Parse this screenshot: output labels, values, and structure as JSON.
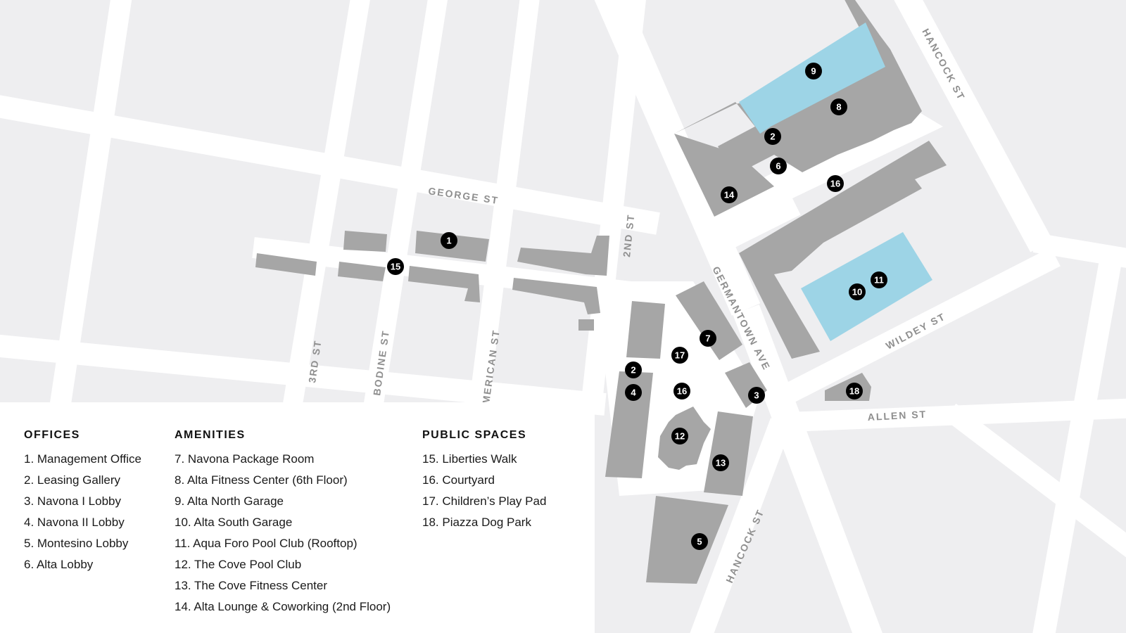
{
  "streets": [
    {
      "id": "george",
      "label": "GEORGE ST"
    },
    {
      "id": "second",
      "label": "2ND ST"
    },
    {
      "id": "third",
      "label": "3RD ST"
    },
    {
      "id": "bodine",
      "label": "BODINE ST"
    },
    {
      "id": "american",
      "label": "MERICAN ST"
    },
    {
      "id": "germantown",
      "label": "GERMANTOWN AVE"
    },
    {
      "id": "hancock-north",
      "label": "HANCOCK ST"
    },
    {
      "id": "hancock-south",
      "label": "HANCOCK ST"
    },
    {
      "id": "wildey",
      "label": "WILDEY ST"
    },
    {
      "id": "allen",
      "label": "ALLEN ST"
    }
  ],
  "markers": [
    {
      "id": "m1",
      "label": "1"
    },
    {
      "id": "m2a",
      "label": "2"
    },
    {
      "id": "m2b",
      "label": "2"
    },
    {
      "id": "m3",
      "label": "3"
    },
    {
      "id": "m4",
      "label": "4"
    },
    {
      "id": "m5",
      "label": "5"
    },
    {
      "id": "m6",
      "label": "6"
    },
    {
      "id": "m7",
      "label": "7"
    },
    {
      "id": "m8",
      "label": "8"
    },
    {
      "id": "m9",
      "label": "9"
    },
    {
      "id": "m10",
      "label": "10"
    },
    {
      "id": "m11",
      "label": "11"
    },
    {
      "id": "m12",
      "label": "12"
    },
    {
      "id": "m13",
      "label": "13"
    },
    {
      "id": "m14",
      "label": "14"
    },
    {
      "id": "m15",
      "label": "15"
    },
    {
      "id": "m16a",
      "label": "16"
    },
    {
      "id": "m16b",
      "label": "16"
    },
    {
      "id": "m17",
      "label": "17"
    },
    {
      "id": "m18",
      "label": "18"
    }
  ],
  "legend": {
    "offices": {
      "title": "OFFICES",
      "items": [
        "1. Management Office",
        "2. Leasing Gallery",
        "3. Navona I Lobby",
        "4. Navona II Lobby",
        "5. Montesino Lobby",
        "6. Alta Lobby"
      ]
    },
    "amenities": {
      "title": "AMENITIES",
      "items": [
        "7. Navona Package Room",
        "8. Alta Fitness Center (6th Floor)",
        "9. Alta North Garage",
        "10. Alta South Garage",
        "11. Aqua Foro Pool Club (Rooftop)",
        "12. The Cove Pool Club",
        "13. The Cove Fitness Center",
        "14. Alta Lounge & Coworking (2nd Floor)"
      ]
    },
    "public_spaces": {
      "title": "PUBLIC SPACES",
      "items": [
        "15. Liberties Walk",
        "16. Courtyard",
        "17. Children’s Play Pad",
        "18. Piazza Dog Park"
      ]
    }
  },
  "colors": {
    "block": "#eeeef0",
    "street": "#ffffff",
    "building": "#a6a6a6",
    "garage": "#9dd4e6",
    "marker": "#000000",
    "street_label": "#8f8f8f"
  }
}
